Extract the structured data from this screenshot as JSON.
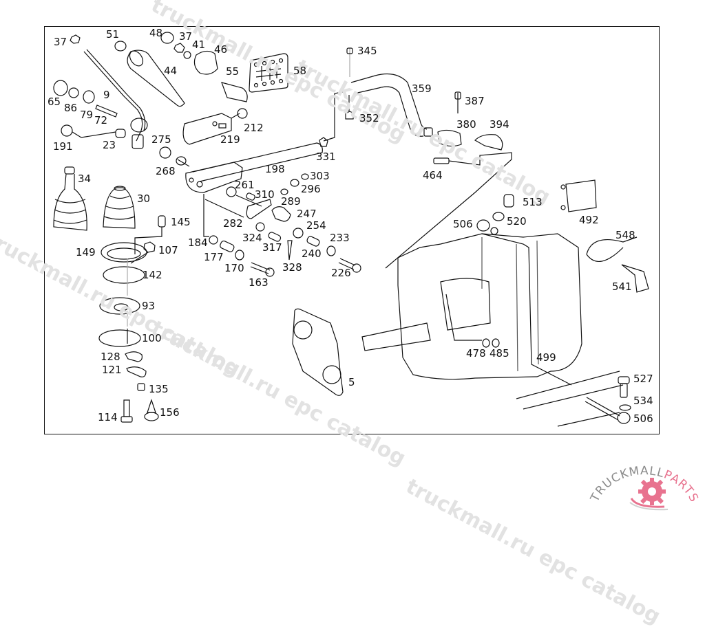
{
  "diagram": {
    "type": "exploded-parts-diagram",
    "subject": "manual transmission gear shift mechanism and housing",
    "parts": [
      {
        "id": "37a",
        "label": "37"
      },
      {
        "id": "51",
        "label": "51"
      },
      {
        "id": "48",
        "label": "48"
      },
      {
        "id": "37b",
        "label": "37"
      },
      {
        "id": "41",
        "label": "41"
      },
      {
        "id": "46",
        "label": "46"
      },
      {
        "id": "44",
        "label": "44"
      },
      {
        "id": "55",
        "label": "55"
      },
      {
        "id": "58",
        "label": "58"
      },
      {
        "id": "65",
        "label": "65"
      },
      {
        "id": "86",
        "label": "86"
      },
      {
        "id": "79",
        "label": "79"
      },
      {
        "id": "9",
        "label": "9"
      },
      {
        "id": "72",
        "label": "72"
      },
      {
        "id": "212",
        "label": "212"
      },
      {
        "id": "219",
        "label": "219"
      },
      {
        "id": "191",
        "label": "191"
      },
      {
        "id": "23",
        "label": "23"
      },
      {
        "id": "275",
        "label": "275"
      },
      {
        "id": "268",
        "label": "268"
      },
      {
        "id": "198",
        "label": "198"
      },
      {
        "id": "34",
        "label": "34"
      },
      {
        "id": "30",
        "label": "30"
      },
      {
        "id": "145",
        "label": "145"
      },
      {
        "id": "149",
        "label": "149"
      },
      {
        "id": "107",
        "label": "107"
      },
      {
        "id": "142",
        "label": "142"
      },
      {
        "id": "93",
        "label": "93"
      },
      {
        "id": "100",
        "label": "100"
      },
      {
        "id": "128",
        "label": "128"
      },
      {
        "id": "121",
        "label": "121"
      },
      {
        "id": "135",
        "label": "135"
      },
      {
        "id": "114",
        "label": "114"
      },
      {
        "id": "156",
        "label": "156"
      },
      {
        "id": "261",
        "label": "261"
      },
      {
        "id": "310",
        "label": "310"
      },
      {
        "id": "303",
        "label": "303"
      },
      {
        "id": "296",
        "label": "296"
      },
      {
        "id": "289",
        "label": "289"
      },
      {
        "id": "247",
        "label": "247"
      },
      {
        "id": "282",
        "label": "282"
      },
      {
        "id": "254",
        "label": "254"
      },
      {
        "id": "184",
        "label": "184"
      },
      {
        "id": "324",
        "label": "324"
      },
      {
        "id": "233",
        "label": "233"
      },
      {
        "id": "317",
        "label": "317"
      },
      {
        "id": "177",
        "label": "177"
      },
      {
        "id": "240",
        "label": "240"
      },
      {
        "id": "170",
        "label": "170"
      },
      {
        "id": "328",
        "label": "328"
      },
      {
        "id": "163",
        "label": "163"
      },
      {
        "id": "226",
        "label": "226"
      },
      {
        "id": "345",
        "label": "345"
      },
      {
        "id": "359",
        "label": "359"
      },
      {
        "id": "352",
        "label": "352"
      },
      {
        "id": "387",
        "label": "387"
      },
      {
        "id": "380",
        "label": "380"
      },
      {
        "id": "394",
        "label": "394"
      },
      {
        "id": "331",
        "label": "331"
      },
      {
        "id": "464",
        "label": "464"
      },
      {
        "id": "513",
        "label": "513"
      },
      {
        "id": "520",
        "label": "520"
      },
      {
        "id": "506a",
        "label": "506"
      },
      {
        "id": "492",
        "label": "492"
      },
      {
        "id": "548",
        "label": "548"
      },
      {
        "id": "541",
        "label": "541"
      },
      {
        "id": "5",
        "label": "5"
      },
      {
        "id": "478",
        "label": "478"
      },
      {
        "id": "485",
        "label": "485"
      },
      {
        "id": "499",
        "label": "499"
      },
      {
        "id": "527",
        "label": "527"
      },
      {
        "id": "534",
        "label": "534"
      },
      {
        "id": "506b",
        "label": "506"
      }
    ]
  },
  "watermarks": [
    "truckmall.ru epc catalog",
    "truckmall.ru epc catalog",
    "truckmall.ru epc catalog",
    "truckmall.ru epc catalog",
    "truckmall.ru epc catalog"
  ],
  "logo": {
    "text_dark": "TRUCKMALL",
    "text_accent": "PARTS",
    "accent_color": "#e8738f",
    "dark_color": "#8a8a8a"
  }
}
